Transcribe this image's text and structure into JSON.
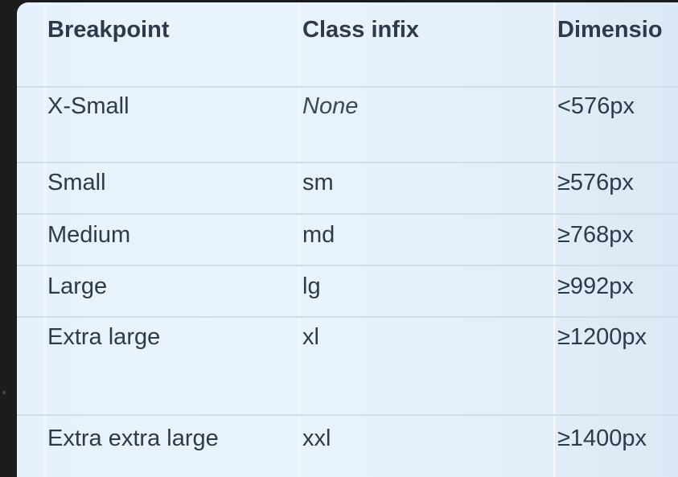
{
  "table": {
    "headers": {
      "breakpoint": "Breakpoint",
      "class_infix": "Class infix",
      "dimensions": "Dimensio"
    },
    "rows": [
      {
        "breakpoint": "X-Small",
        "class_infix": "None",
        "dimensions": "<576px"
      },
      {
        "breakpoint": "Small",
        "class_infix": "sm",
        "dimensions": "≥576px"
      },
      {
        "breakpoint": "Medium",
        "class_infix": "md",
        "dimensions": "≥768px"
      },
      {
        "breakpoint": "Large",
        "class_infix": "lg",
        "dimensions": "≥992px"
      },
      {
        "breakpoint": "Extra large",
        "class_infix": "xl",
        "dimensions": "≥1200px"
      },
      {
        "breakpoint": "Extra extra large",
        "class_infix": "xxl",
        "dimensions": "≥1400px"
      }
    ]
  }
}
